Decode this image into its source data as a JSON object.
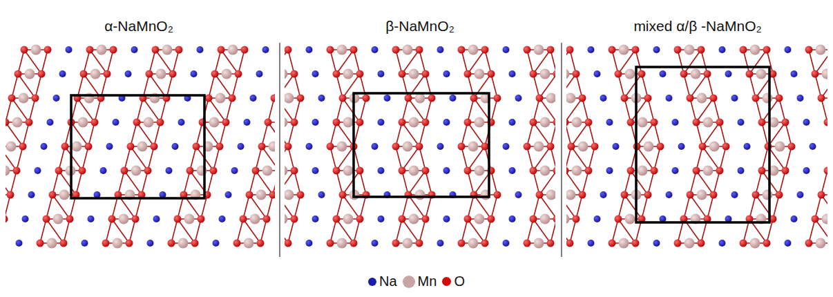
{
  "diagram": {
    "labels": [
      "α-NaMnO₂",
      "β-NaMnO₂",
      "mixed α/β -NaMnO₂"
    ],
    "legend": [
      {
        "text": "Na",
        "color": "#1c1caa"
      },
      {
        "text": "Mn",
        "color": "#c9a3a3"
      },
      {
        "text": "O",
        "color": "#d40a0a"
      }
    ]
  }
}
